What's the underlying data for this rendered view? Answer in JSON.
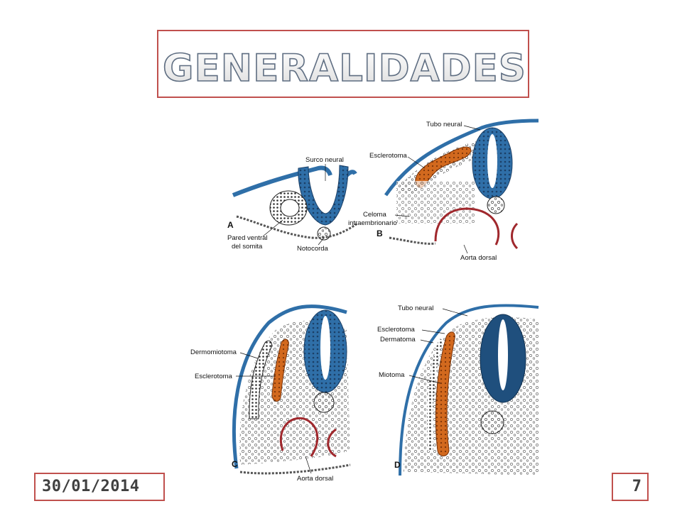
{
  "title": "GENERALIDADES",
  "footer": {
    "date": "30/01/2014",
    "page": "7"
  },
  "colors": {
    "accent_border": "#c0504d",
    "neural_blue": "#2e6da4",
    "sclerotome_orange": "#d2691e",
    "aorta_red": "#a0282d"
  },
  "figure": {
    "panels": [
      {
        "letter": "A",
        "labels": [
          "Surco neural",
          "Pared ventral",
          "del somita",
          "Notocorda"
        ]
      },
      {
        "letter": "B",
        "labels": [
          "Tubo neural",
          "Esclerotoma",
          "Celoma",
          "intraembrionario",
          "Aorta dorsal"
        ]
      },
      {
        "letter": "C",
        "labels": [
          "Dermomiotoma",
          "Esclerotoma",
          "Aorta dorsal"
        ]
      },
      {
        "letter": "D",
        "labels": [
          "Tubo neural",
          "Esclerotoma",
          "Dermatoma",
          "Miotoma"
        ]
      }
    ]
  }
}
